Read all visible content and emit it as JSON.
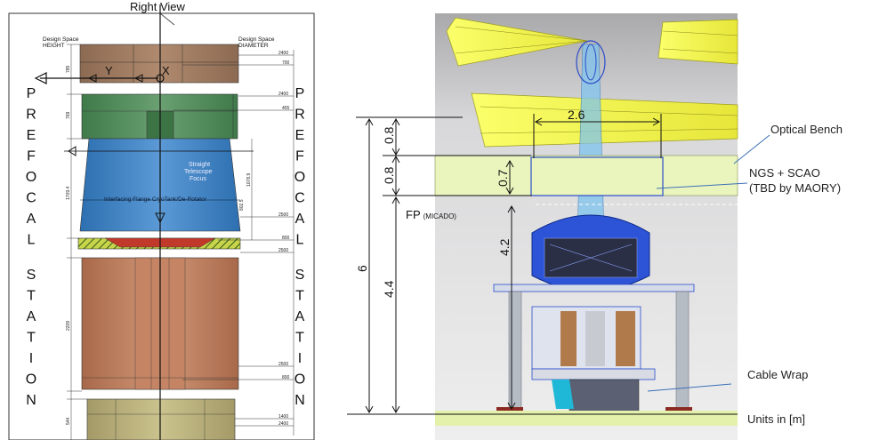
{
  "left": {
    "title": "Right View",
    "design_space_height": "Design Space\nHEIGHT",
    "design_space_height_l1": "Design Space",
    "design_space_height_l2": "HEIGHT",
    "design_space_diameter_l1": "Design Space",
    "design_space_diameter_l2": "DIAMETER",
    "axis_y": "Y",
    "axis_x": "X",
    "vertical_left": [
      "P",
      "R",
      "E",
      "F",
      "O",
      "C",
      "A",
      "L",
      "",
      "S",
      "T",
      "A",
      "T",
      "I",
      "O",
      "N"
    ],
    "vertical_right": [
      "P",
      "R",
      "E",
      "F",
      "O",
      "C",
      "A",
      "L",
      "",
      "S",
      "T",
      "A",
      "T",
      "I",
      "O",
      "N"
    ],
    "straight_focus_l1": "Straight",
    "straight_focus_l2": "Telescope",
    "straight_focus_l3": "Focus",
    "interface_label": "Interfacing Flange CryoTank/De-Rotator",
    "dims": {
      "d2400a": "2400",
      "d700": "700",
      "d2400b": "2400",
      "d455": "455",
      "d2500a": "2500",
      "d800a": "800",
      "d2500b": "2500",
      "d2500c": "2500",
      "d800b": "800",
      "d1400": "1400",
      "d2400c": "2400",
      "h785": "785",
      "h769": "769",
      "h1709": "1709.4",
      "h802": "802.5",
      "h1078": "1078.9",
      "h2209": "2209",
      "h544": "544"
    }
  },
  "right": {
    "dim_26": "2.6",
    "dim_08a": "0.8",
    "dim_08b": "0.8",
    "dim_07": "0.7",
    "dim_6": "6",
    "dim_44": "4.4",
    "dim_42": "4.2",
    "fp": "FP",
    "fp_sub": "(MICADO)",
    "optical_bench": "Optical Bench",
    "ngs_l1": "NGS + SCAO",
    "ngs_l2": "(TBD by MAORY)",
    "cable_wrap": "Cable Wrap",
    "units": "Units in [m]"
  }
}
